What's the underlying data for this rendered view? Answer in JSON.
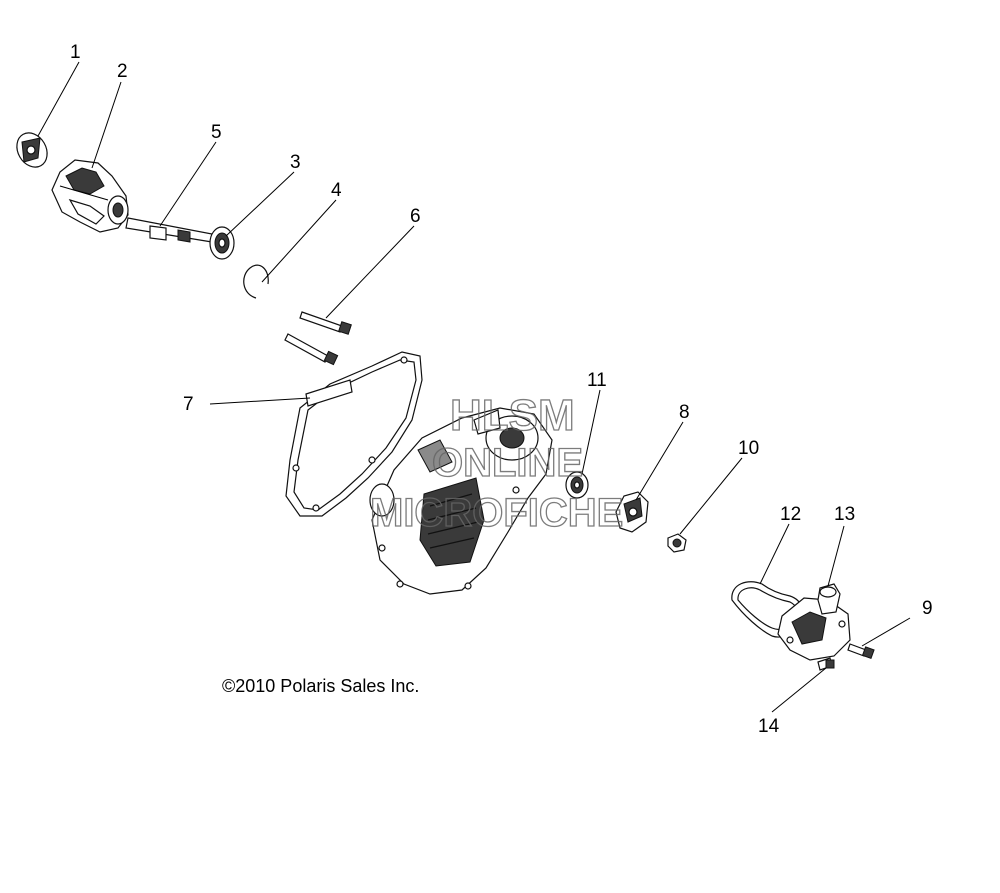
{
  "diagram": {
    "callouts": [
      {
        "id": "1",
        "label": "1"
      },
      {
        "id": "2",
        "label": "2"
      },
      {
        "id": "3",
        "label": "3"
      },
      {
        "id": "4",
        "label": "4"
      },
      {
        "id": "5",
        "label": "5"
      },
      {
        "id": "6",
        "label": "6"
      },
      {
        "id": "7",
        "label": "7"
      },
      {
        "id": "8",
        "label": "8"
      },
      {
        "id": "9",
        "label": "9"
      },
      {
        "id": "10",
        "label": "10"
      },
      {
        "id": "11",
        "label": "11"
      },
      {
        "id": "12",
        "label": "12"
      },
      {
        "id": "13",
        "label": "13"
      },
      {
        "id": "14",
        "label": "14"
      }
    ],
    "copyright": "©2010 Polaris Sales Inc.",
    "watermark": {
      "line1": "HLSM",
      "line2": "ONLINE",
      "line3": "MICROFICHE"
    }
  }
}
